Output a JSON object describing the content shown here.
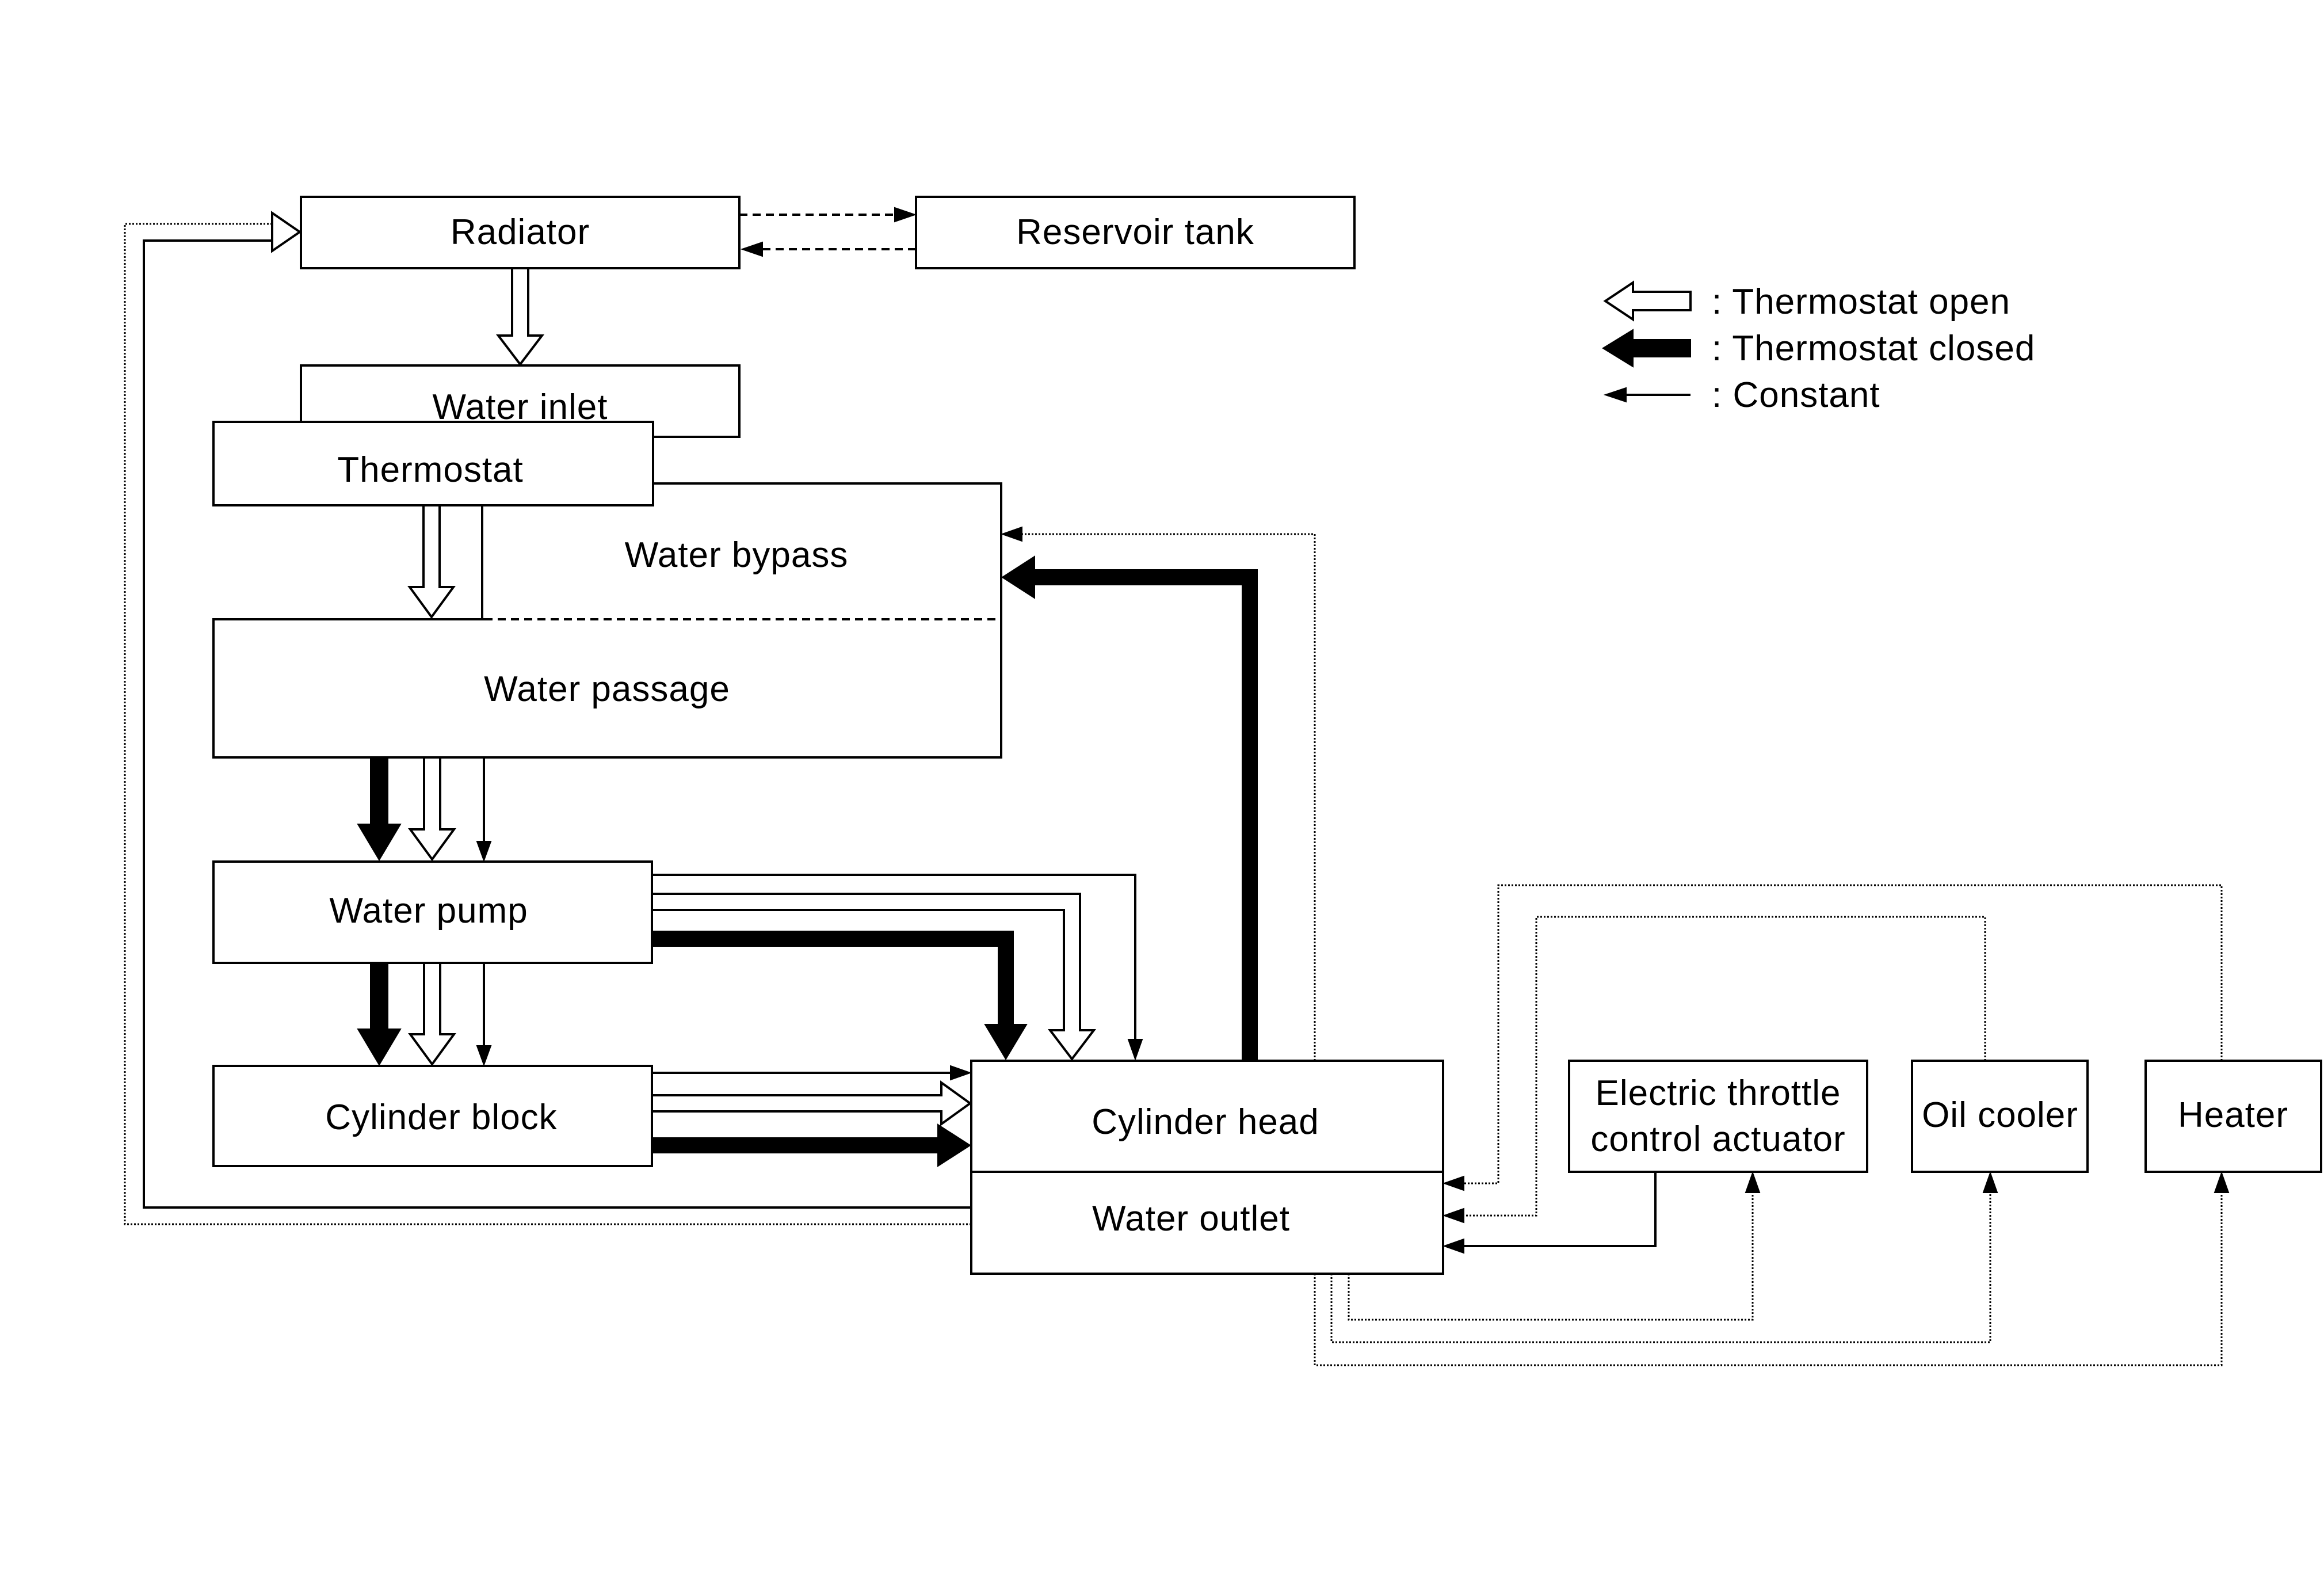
{
  "components": {
    "radiator": "Radiator",
    "reservoir_tank": "Reservoir tank",
    "water_inlet": "Water inlet",
    "thermostat": "Thermostat",
    "water_bypass": "Water bypass",
    "water_passage": "Water passage",
    "water_pump": "Water pump",
    "cylinder_block": "Cylinder block",
    "cylinder_head": "Cylinder head",
    "water_outlet": "Water outlet",
    "electric_throttle_line1": "Electric throttle",
    "electric_throttle_line2": "control actuator",
    "oil_cooler": "Oil cooler",
    "heater": "Heater"
  },
  "legend": {
    "open": ": Thermostat open",
    "closed": ": Thermostat closed",
    "constant": ": Constant"
  }
}
